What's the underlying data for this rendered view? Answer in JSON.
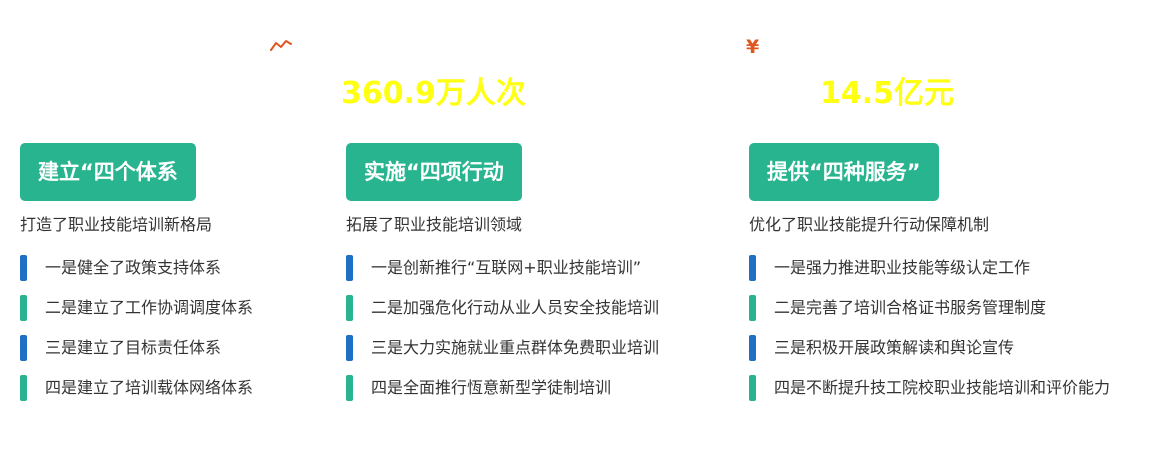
{
  "colors": {
    "accent_green": "#27b48f",
    "accent_blue": "#1f6fc4",
    "stat_yellow": "#ffff11",
    "icon_orange": "#e0561f"
  },
  "stats": [
    {
      "icon": "trend-line-icon",
      "value": "360.9万人次"
    },
    {
      "icon": "yen-icon",
      "symbol": "¥",
      "value": "14.5亿元"
    }
  ],
  "columns": [
    {
      "heading": "建立“四个体系",
      "subtitle": "打造了职业技能培训新格局",
      "items": [
        "一是健全了政策支持体系",
        "二是建立了工作协调调度体系",
        "三是建立了目标责任体系",
        "四是建立了培训载体网络体系"
      ]
    },
    {
      "heading": "实施“四项行动",
      "subtitle": "拓展了职业技能培训领域",
      "items": [
        "一是创新推行“互联网+职业技能培训”",
        "二是加强危化行动从业人员安全技能培训",
        "三是大力实施就业重点群体免费职业培训",
        "四是全面推行恆意新型学徒制培训"
      ]
    },
    {
      "heading": "提供“四种服务”",
      "subtitle": "优化了职业技能提升行动保障机制",
      "items": [
        "一是强力推进职业技能等级认定工作",
        "二是完善了培训合格证书服务管理制度",
        "三是积极开展政策解读和舆论宣传",
        "四是不断提升技工院校职业技能培训和评价能力"
      ]
    }
  ]
}
